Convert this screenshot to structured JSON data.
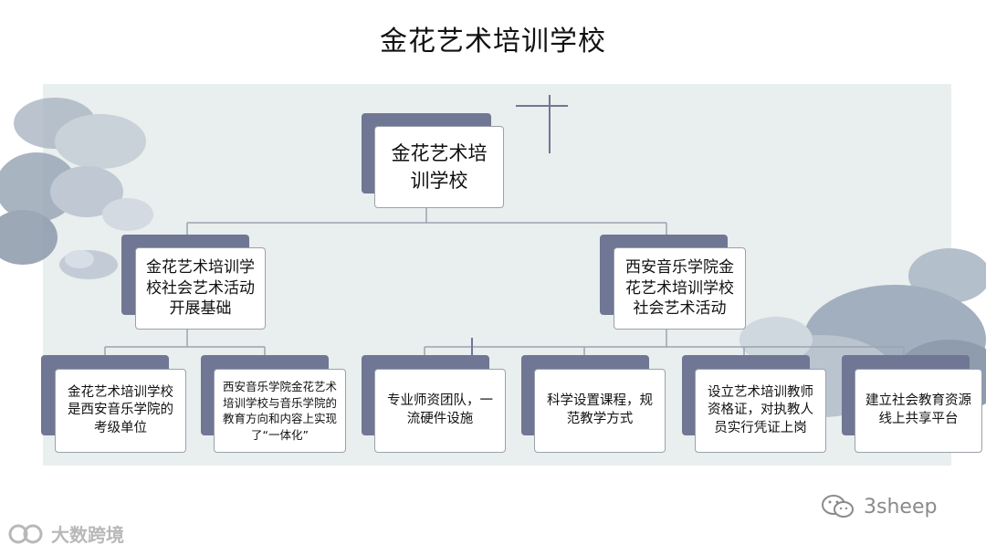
{
  "title": "金花艺术培训学校",
  "root": {
    "label": "金花艺术培训学校"
  },
  "branches": [
    {
      "label": "金花艺术培训学校社会艺术活动开展基础",
      "children": [
        "金花艺术培训学校是西安音乐学院的考级单位",
        "西安音乐学院金花艺术培训学校与音乐学院的教育方向和内容上实现了“一体化”"
      ]
    },
    {
      "label": "西安音乐学院金花艺术培训学校社会艺术活动",
      "children": [
        "专业师资团队，一流硬件设施",
        "科学设置课程，规范教学方式",
        "设立艺术培训教师资格证，对执教人员实行凭证上岗",
        "建立社会教育资源线上共享平台"
      ]
    }
  ],
  "watermarks": {
    "wechat": "3sheep",
    "brand": "大数跨境"
  }
}
